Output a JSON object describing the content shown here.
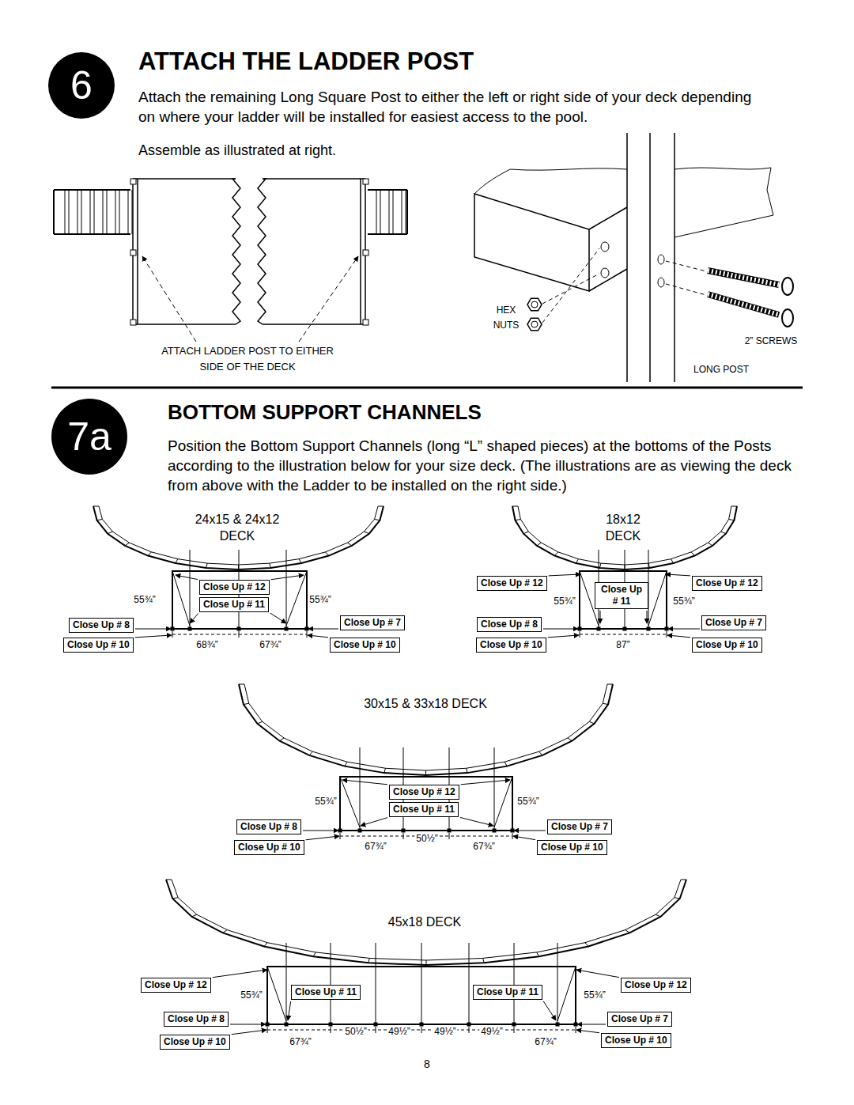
{
  "diagram": {
    "nodes": [
      {
        "text": [
          "6"
        ]
      },
      {
        "text": [
          "7a"
        ]
      },
      {
        "text": [
          "Close Up # 12"
        ]
      },
      {
        "text": [
          "Close Up # 11"
        ]
      },
      {
        "text": [
          "Close Up # 8"
        ]
      },
      {
        "text": [
          "Close Up # 10"
        ]
      },
      {
        "text": [
          "Close Up # 7"
        ]
      },
      {
        "text": [
          "Close Up # 10"
        ]
      },
      {
        "text": [
          "Close Up # 12"
        ]
      },
      {
        "text": [
          "Close Up # 11"
        ]
      },
      {
        "text": [
          "Close Up # 12"
        ]
      },
      {
        "text": [
          "Close Up # 8"
        ]
      },
      {
        "text": [
          "Close Up # 7"
        ]
      },
      {
        "text": [
          "Close Up # 10"
        ]
      },
      {
        "text": [
          "Close Up # 10"
        ]
      },
      {
        "text": [
          "Close Up # 12"
        ]
      },
      {
        "text": [
          "Close Up # 11"
        ]
      },
      {
        "text": [
          "Close Up # 8"
        ]
      },
      {
        "text": [
          "Close Up # 10"
        ]
      },
      {
        "text": [
          "Close Up # 7"
        ]
      },
      {
        "text": [
          "Close Up # 10"
        ]
      },
      {
        "text": [
          "Close Up # 12"
        ]
      },
      {
        "text": [
          "Close Up # 11"
        ]
      },
      {
        "text": [
          "Close Up # 11"
        ]
      },
      {
        "text": [
          "Close Up # 12"
        ]
      },
      {
        "text": [
          "Close Up # 8"
        ]
      },
      {
        "text": [
          "Close Up # 7"
        ]
      },
      {
        "text": [
          "Close Up # 10"
        ]
      },
      {
        "text": [
          "Close Up # 10"
        ]
      }
    ],
    "labels": [
      "ATTACH THE LADDER POST",
      "Attach the remaining Long Square Post to either the left or right side of your deck depending on where your ladder will be installed for easiest access to the pool.",
      "Assemble as illustrated at right.",
      "ATTACH LADDER POST TO EITHER SIDE OF THE DECK",
      "HEX NUTS",
      "2” SCREWS",
      "LONG POST",
      "BOTTOM SUPPORT CHANNELS",
      "Position the Bottom Support Channels (long “L” shaped pieces) at the bottoms of the Posts according to the illustration below for your size deck. (The illustrations are as viewing the deck from above with the Ladder to be installed on the right side.)",
      "24x15 & 24x12 DECK",
      "55¾”",
      "55¾”",
      "68¾”",
      "67¾”",
      "18x12 DECK",
      "55¾”",
      "55¾”",
      "87”",
      "30x15 & 33x18 DECK",
      "55¾”",
      "55¾”",
      "67¾”",
      "50½”",
      "67¾”",
      "45x18 DECK",
      "55¾”",
      "55¾”",
      "67¾”",
      "50½”",
      "49½”",
      "49½”",
      "49½”",
      "67¾”",
      "8"
    ]
  }
}
